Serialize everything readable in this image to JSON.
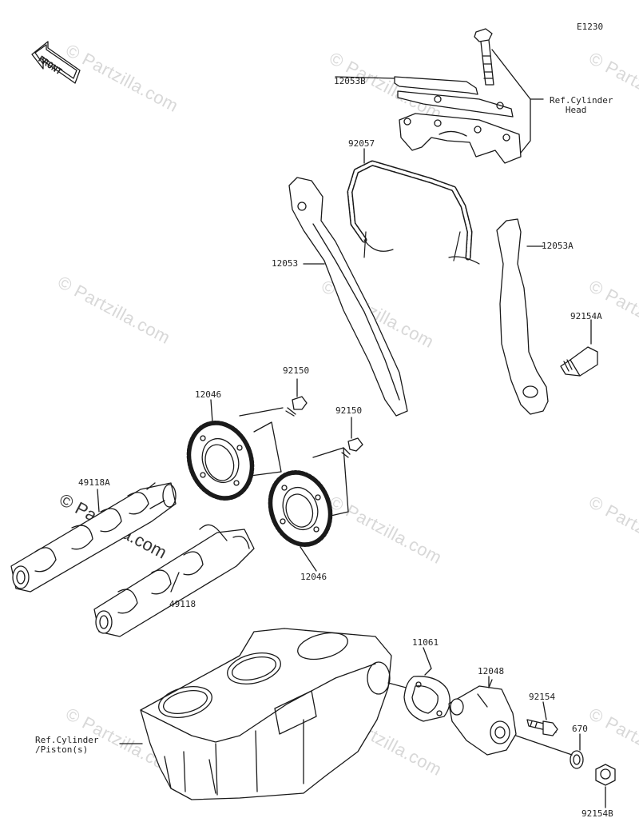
{
  "diagram_code": "E1230",
  "front_label": "FRONT",
  "watermark": "© Partzilla.com",
  "parts": {
    "p12053B": "12053B",
    "p92057": "92057",
    "ref_head": "Ref.Cylinder\n   Head",
    "p12053": "12053",
    "p12053A": "12053A",
    "p92154A": "92154A",
    "p92150_a": "92150",
    "p92150_b": "92150",
    "p12046_a": "12046",
    "p12046_b": "12046",
    "p49118A": "49118A",
    "p49118": "49118",
    "p11061": "11061",
    "p12048": "12048",
    "p92154": "92154",
    "p670": "670",
    "ref_piston": "Ref.Cylinder\n/Piston(s)",
    "p92154B": "92154B"
  }
}
